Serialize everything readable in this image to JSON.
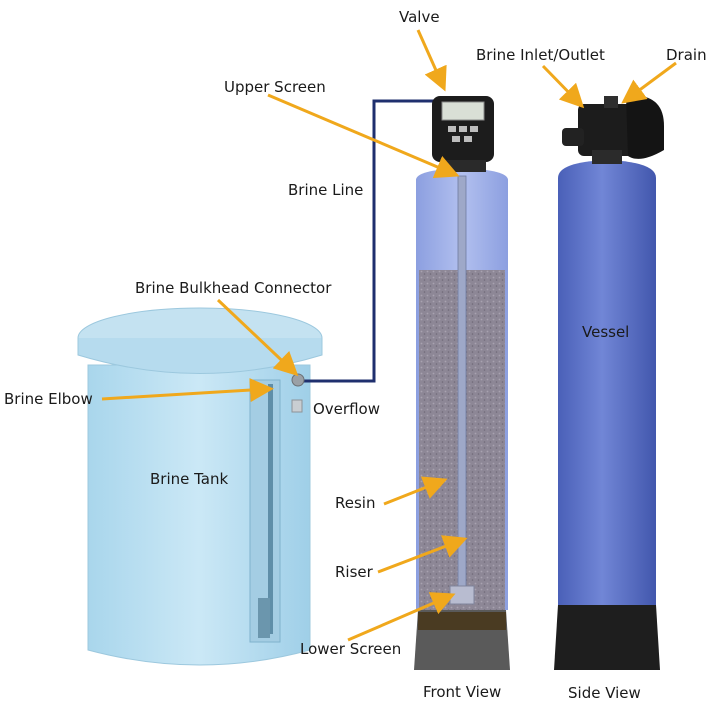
{
  "labels": {
    "valve": "Valve",
    "brine_inlet_outlet": "Brine Inlet/Outlet",
    "drain": "Drain",
    "upper_screen": "Upper Screen",
    "brine_line": "Brine Line",
    "brine_bulkhead_connector": "Brine Bulkhead Connector",
    "vessel": "Vessel",
    "brine_elbow": "Brine Elbow",
    "overflow": "Overflow",
    "brine_tank": "Brine Tank",
    "resin": "Resin",
    "riser": "Riser",
    "lower_screen": "Lower Screen",
    "front_view": "Front View",
    "side_view": "Side View"
  },
  "colors": {
    "leader_arrow": "#f0a81c",
    "brine_line": "#1f2f6e",
    "brine_tank": "#b3dcef",
    "vessel_side": "#5d73c8",
    "vessel_front": "#9fb0e6",
    "resin": "#8a8494",
    "vessel_base": "#222222",
    "valve_body": "#1c1c1c"
  }
}
